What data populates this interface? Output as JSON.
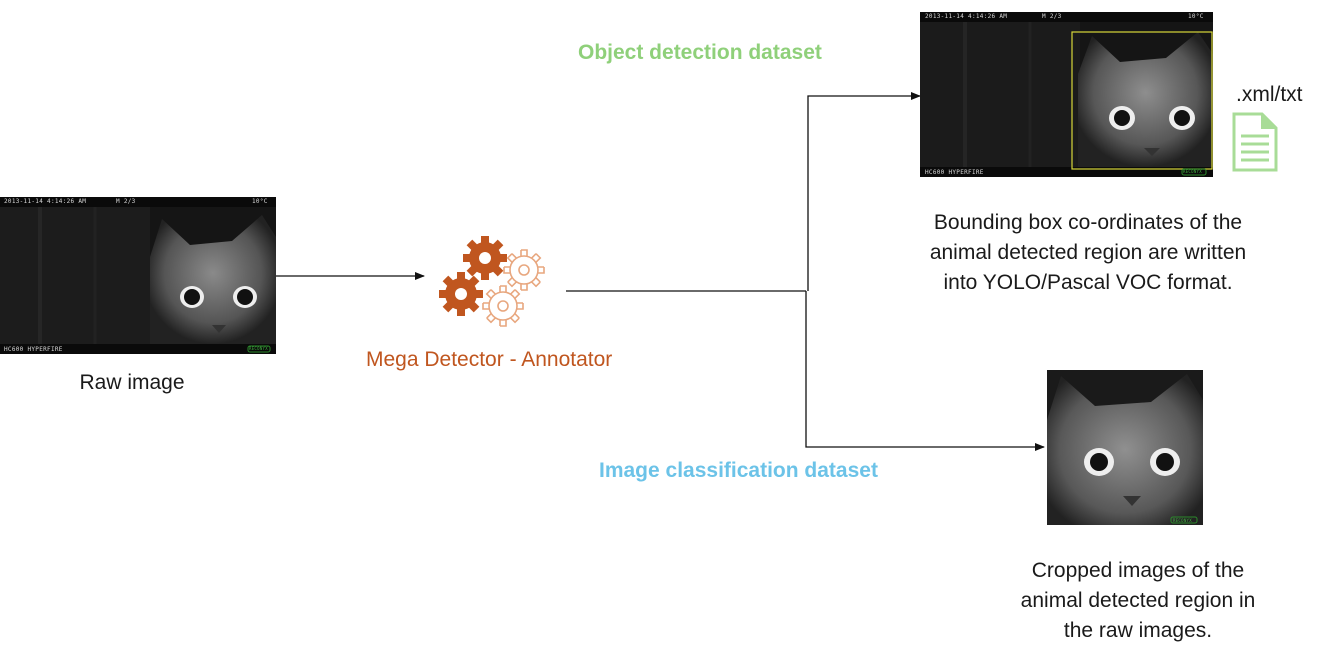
{
  "raw": {
    "caption": "Raw image",
    "stamp": "2013-11-14 4:14:26 AM",
    "frame": "M 2/3",
    "temp": "10°C",
    "camera": "HC600 HYPERFIRE",
    "brand": "RECONYX"
  },
  "annotator": {
    "label": "Mega Detector - Annotator",
    "icon": "gears-icon",
    "color": "#c0561f"
  },
  "detection": {
    "heading": "Object detection dataset",
    "heading_color": "#8fd07a",
    "file_ext": ".xml/txt",
    "description_lines": [
      "Bounding box co-ordinates of the",
      "animal detected region are written",
      "into YOLO/Pascal VOC format."
    ],
    "stamp": "2013-11-14 4:14:26 AM",
    "frame": "M 2/3",
    "temp": "10°C",
    "camera": "HC600 HYPERFIRE",
    "brand": "RECONYX"
  },
  "classification": {
    "heading": "Image classification dataset",
    "heading_color": "#6cc3e8",
    "description_lines": [
      "Cropped images of the",
      "animal detected region in",
      "the raw images."
    ],
    "brand": "RECONYX"
  }
}
